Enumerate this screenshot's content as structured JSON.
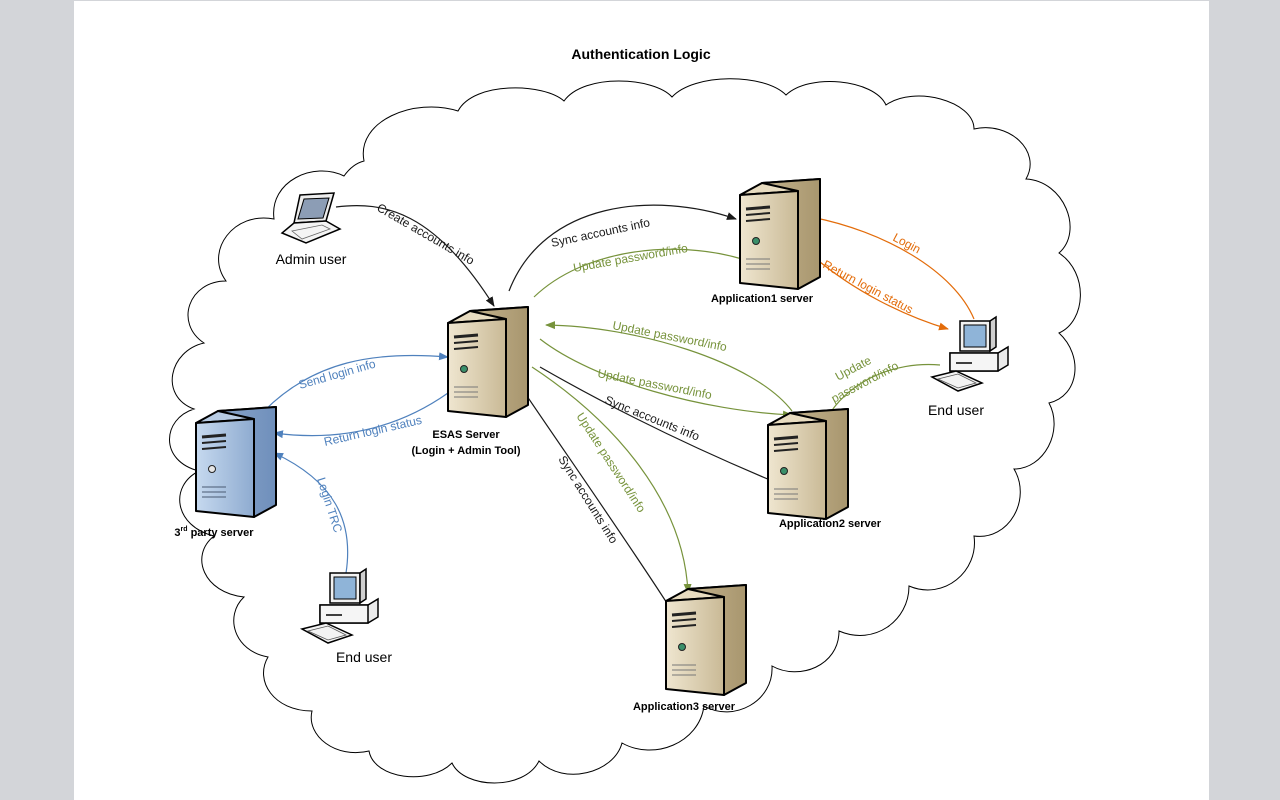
{
  "diagram": {
    "title": "Authentication Logic",
    "colors": {
      "sync": "#1a1a1a",
      "update": "#77933c",
      "login_third_party": "#4f81bd",
      "login_app": "#e36c0a",
      "server_tan": "#ddd0b3",
      "server_blue": "#95b3d7"
    },
    "nodes": {
      "esas_line1": "ESAS Server",
      "esas_line2": "(Login + Admin Tool)",
      "app1": "Application1 server",
      "app2": "Application2 server",
      "app3": "Application3 server",
      "third_party_prefix": "3",
      "third_party_sup": "rd",
      "third_party_suffix": " party server",
      "admin_user": "Admin user",
      "end_user_right": "End user",
      "end_user_bottom": "End user"
    },
    "edges": {
      "create_accounts": "Create accounts info",
      "sync_app1": "Sync accounts info",
      "update_from_app1": "Update password/info",
      "update_to_esas": "Update password/info",
      "update_to_app2": "Update password/info",
      "sync_app2": "Sync accounts info",
      "sync_app3": "Sync accounts info",
      "update_to_app3": "Update password/info",
      "enduser_update_line1": "Update",
      "enduser_update_line2": "password/info",
      "login": "Login",
      "return_login_status_app": "Return login status",
      "send_login_info": "Send login info",
      "return_login_status_third": "Return login status",
      "login_trc": "Login TRC"
    }
  }
}
